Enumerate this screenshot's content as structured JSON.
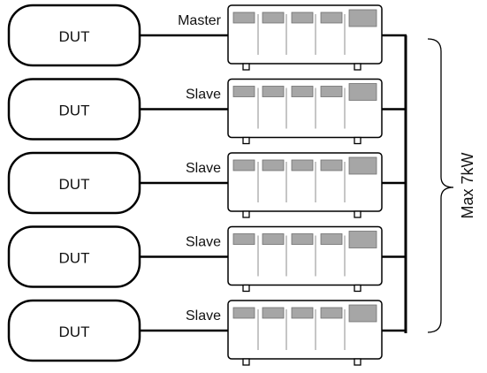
{
  "units": [
    {
      "dut_label": "DUT",
      "role_label": "Master"
    },
    {
      "dut_label": "DUT",
      "role_label": "Slave"
    },
    {
      "dut_label": "DUT",
      "role_label": "Slave"
    },
    {
      "dut_label": "DUT",
      "role_label": "Slave"
    },
    {
      "dut_label": "DUT",
      "role_label": "Slave"
    }
  ],
  "total_label": "Max 7kW",
  "colors": {
    "line": "#000000",
    "module_fill": "#a6a6a6",
    "module_stroke": "#707070",
    "divider": "#8c8c8c"
  }
}
